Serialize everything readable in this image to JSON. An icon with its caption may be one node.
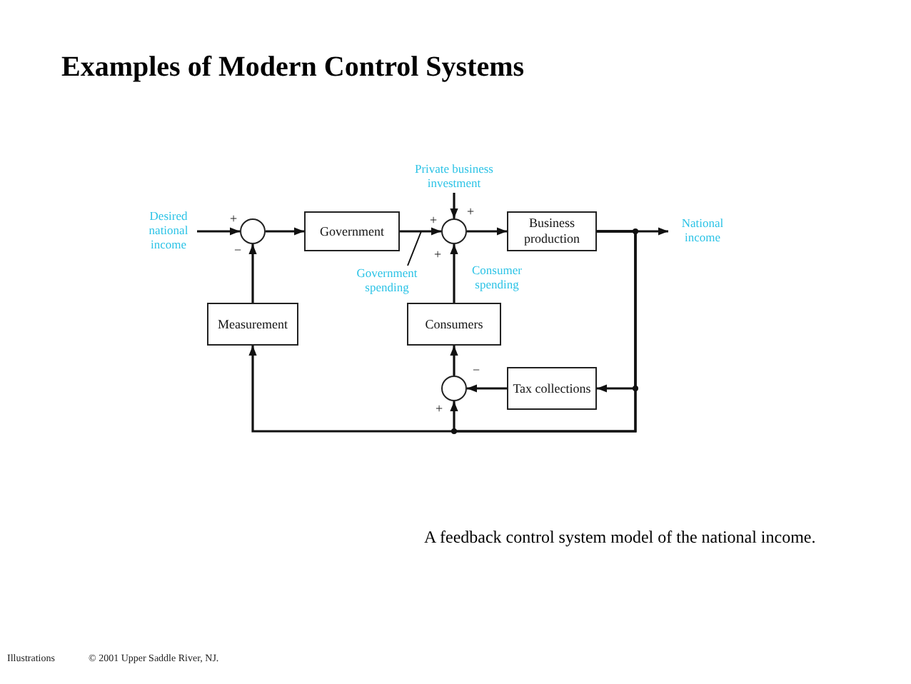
{
  "diagram": {
    "title": "Examples of Modern Control Systems",
    "caption": "A feedback control system model of the national income.",
    "nodes": [
      {
        "text": [
          "Desired national income"
        ]
      },
      {
        "text": [],
        "shape": "circle"
      },
      {
        "text": [
          "Government"
        ]
      },
      {
        "text": [],
        "shape": "circle"
      },
      {
        "text": [
          "Private business investment"
        ]
      },
      {
        "text": [
          "Business production"
        ]
      },
      {
        "text": [
          "National income"
        ]
      },
      {
        "text": [
          "Measurement"
        ]
      },
      {
        "text": [
          "Consumers"
        ]
      },
      {
        "text": [],
        "shape": "circle"
      },
      {
        "text": [
          "Tax collections"
        ]
      },
      {
        "text": [
          "Government spending"
        ]
      }
    ],
    "edges": [
      {
        "from": 0,
        "to": 1,
        "arrow": "to"
      },
      {
        "from": 1,
        "to": 2,
        "arrow": "to"
      },
      {
        "from": 2,
        "to": 3,
        "arrow": "to"
      },
      {
        "from": 4,
        "to": 3,
        "arrow": "to"
      },
      {
        "from": 3,
        "to": 5,
        "arrow": "to"
      },
      {
        "from": 5,
        "to": 6,
        "arrow": "to"
      },
      {
        "from": 8,
        "to": 3,
        "arrow": "to",
        "label": "Consumer spending"
      },
      {
        "from": 5,
        "to": 7,
        "arrow": "to"
      },
      {
        "from": 7,
        "to": 1,
        "arrow": "to"
      },
      {
        "from": 5,
        "to": 10,
        "arrow": "to"
      },
      {
        "from": 10,
        "to": 9,
        "arrow": "to"
      },
      {
        "from": 5,
        "to": 9,
        "arrow": "to"
      },
      {
        "from": 9,
        "to": 8,
        "arrow": "to"
      },
      {
        "from": 11,
        "to": null,
        "arrow": "none"
      }
    ],
    "labels": [
      "+",
      "+",
      "+",
      "−",
      "+",
      "−",
      "+",
      "Illustrations",
      "© 2001 Upper Saddle River, NJ."
    ]
  }
}
